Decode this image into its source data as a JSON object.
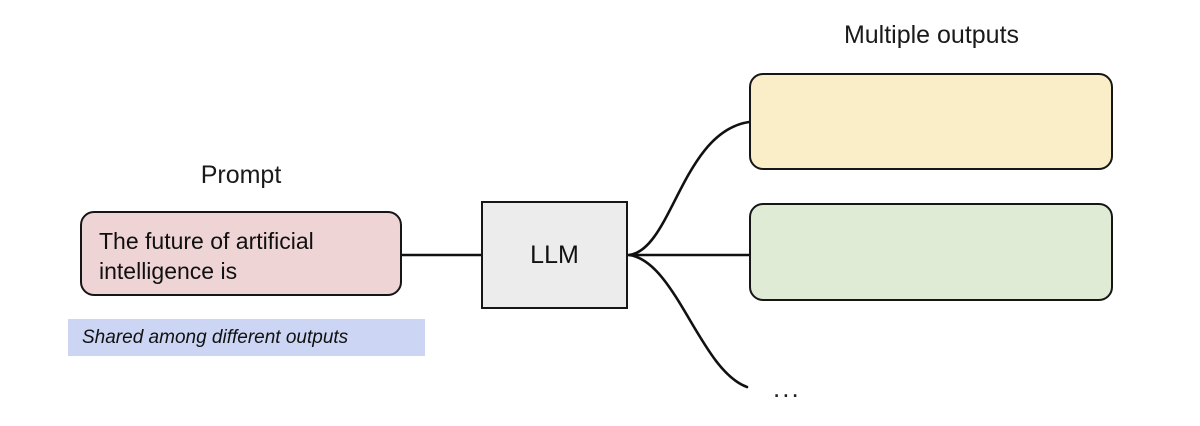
{
  "diagram": {
    "title_prompt": "Prompt",
    "title_outputs": "Multiple outputs",
    "prompt_box": {
      "text": "The future of artificial intelligence is",
      "color": "#efd4d5"
    },
    "model_node": {
      "label": "LLM",
      "color": "#ececec"
    },
    "outputs": [
      {
        "label": "",
        "color": "#faeec9"
      },
      {
        "label": "",
        "color": "#dfebd5"
      }
    ],
    "more_outputs_indicator": "...",
    "shared_note": {
      "text": "Shared among different outputs",
      "highlight_color": "#ccd6f4"
    },
    "edge_color": "#111111"
  }
}
